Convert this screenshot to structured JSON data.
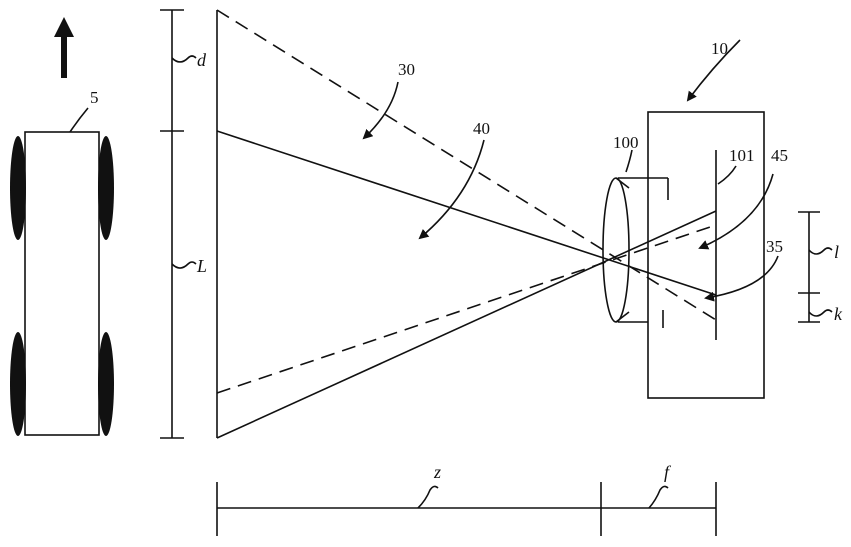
{
  "labels": {
    "vehicle": "5",
    "camera": "10",
    "lens": "100",
    "sensor": "101",
    "dashed_field": "30",
    "solid_field": "40",
    "solid_image": "45",
    "dashed_image": "35"
  },
  "dimensions": {
    "d": "d",
    "L": "L",
    "l": "l",
    "k": "k",
    "z": "z",
    "f": "f"
  },
  "colors": {
    "ink": "#111111",
    "background": "#ffffff"
  },
  "icons": {
    "direction": "arrow-up-icon",
    "wheel": "wheel-icon"
  }
}
